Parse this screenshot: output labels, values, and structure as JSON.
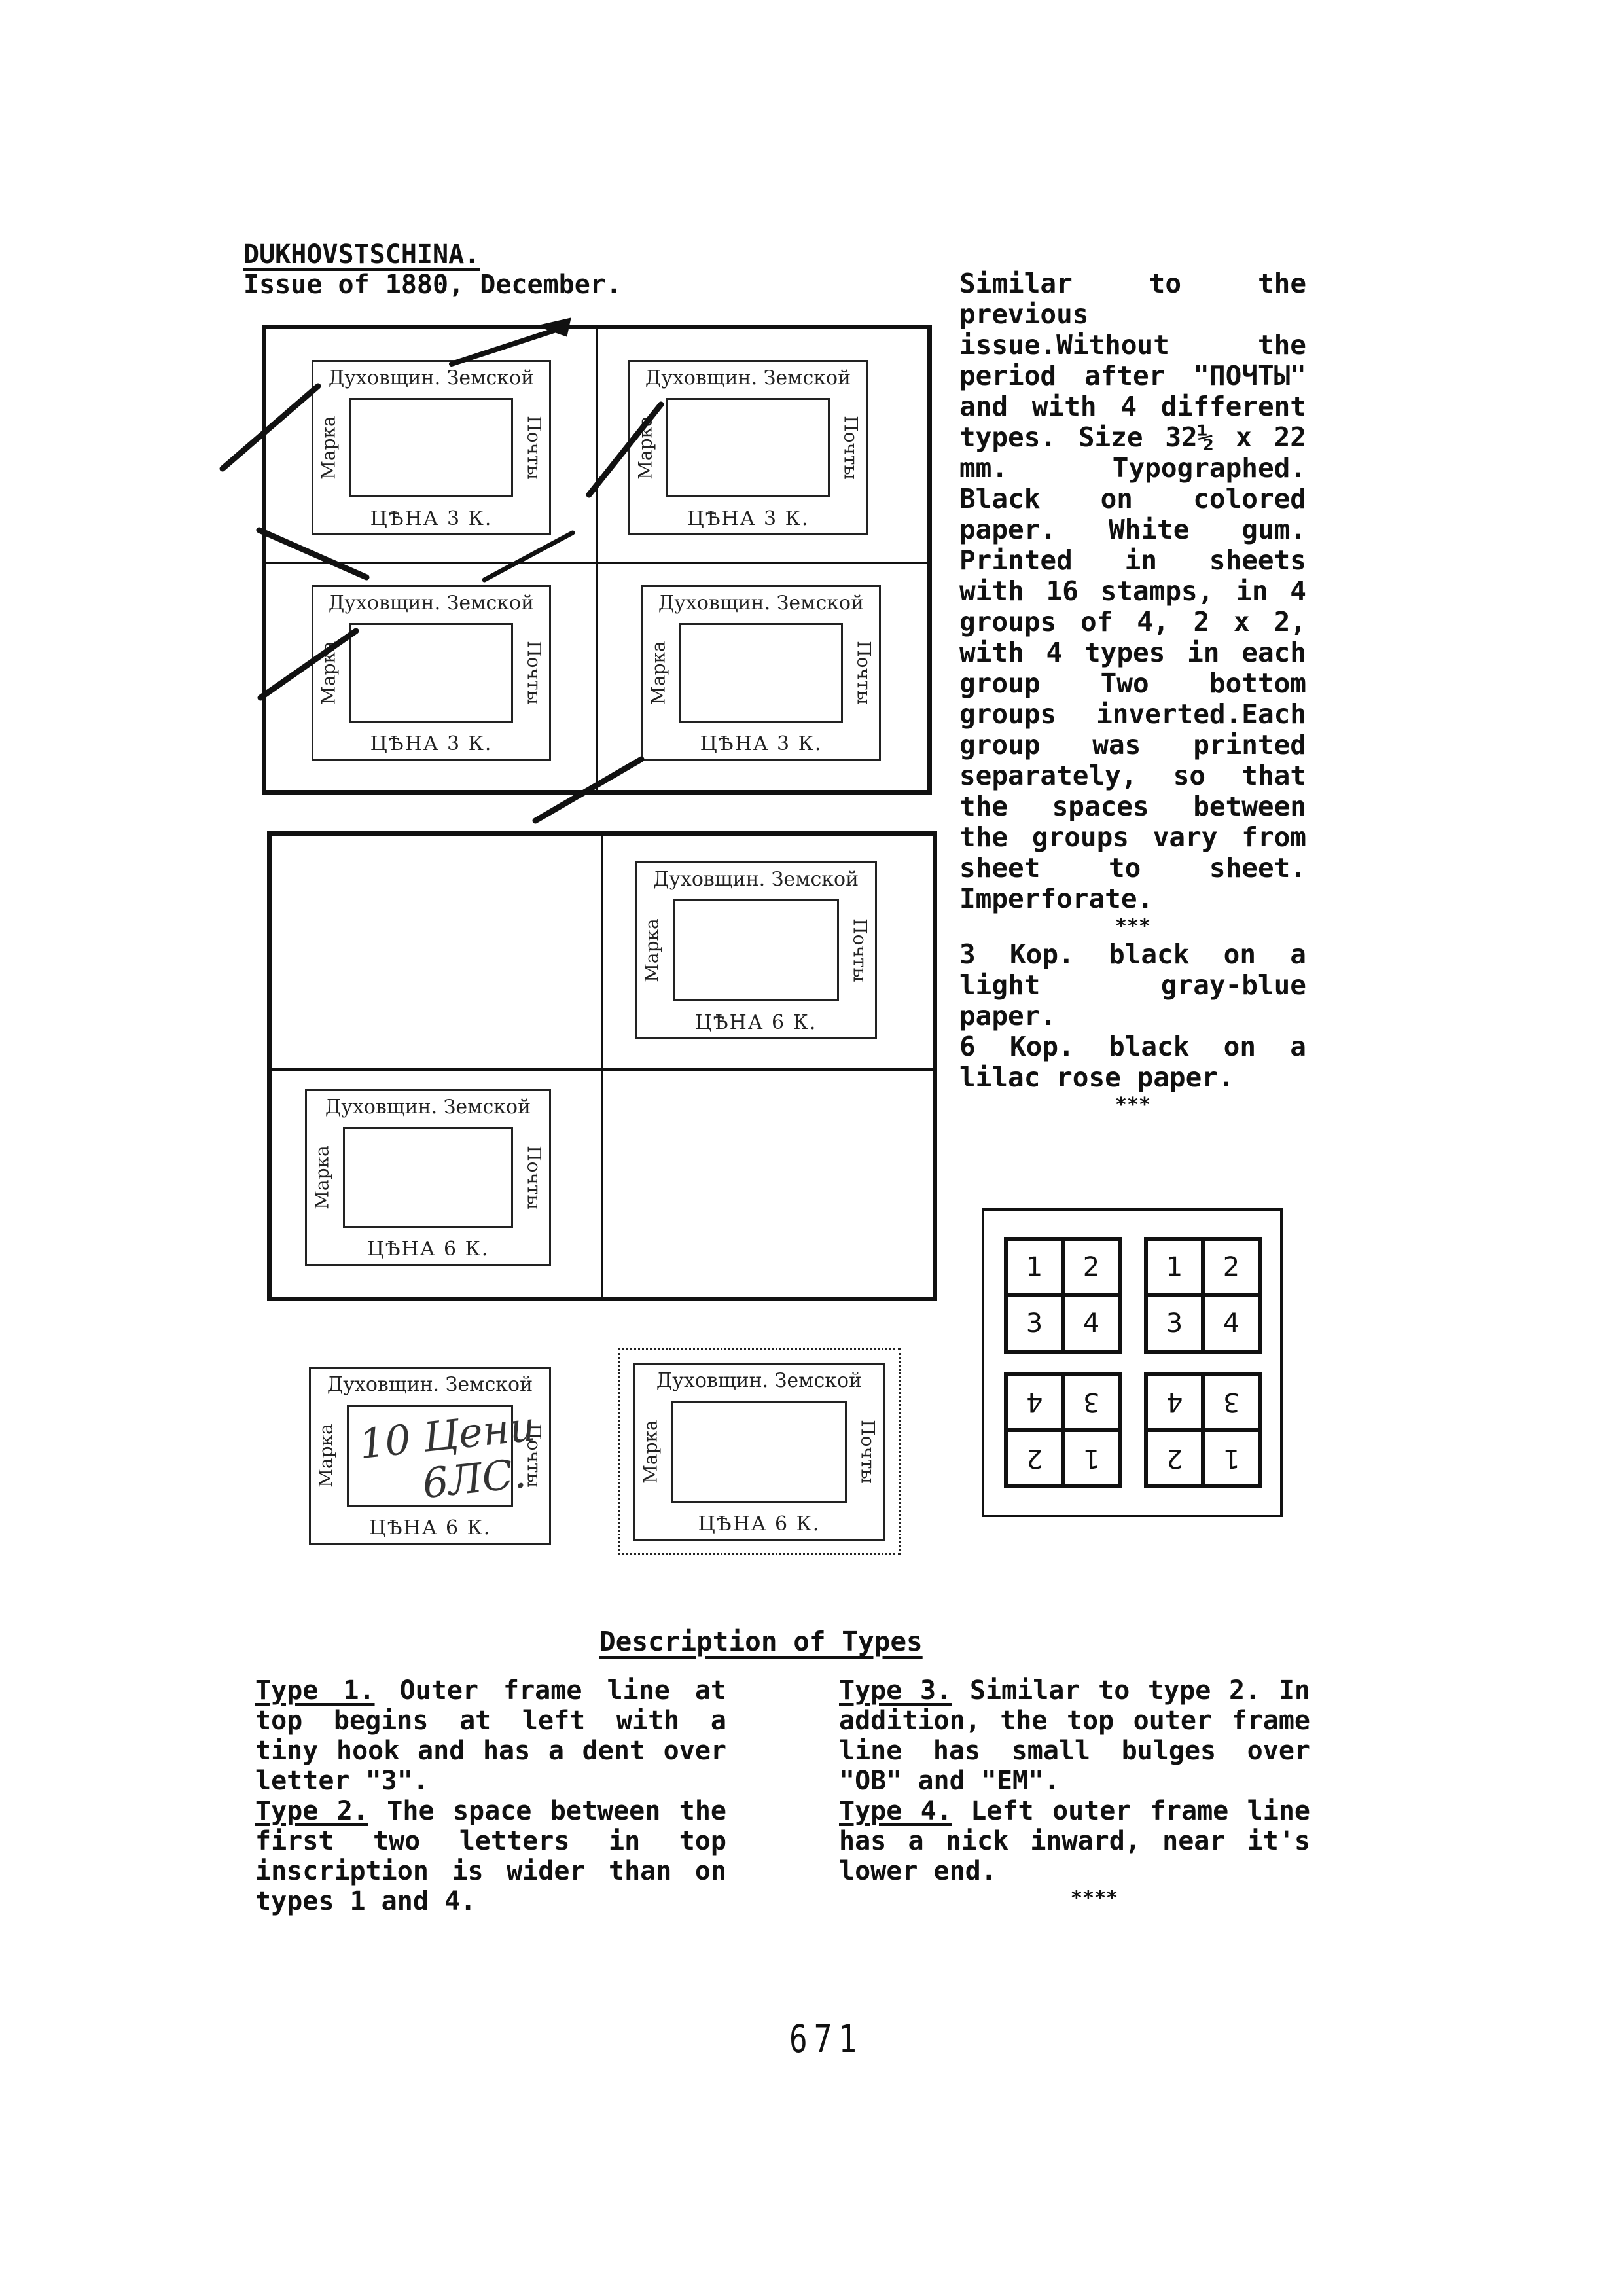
{
  "heading": {
    "title": "DUKHOVSTSCHINA.",
    "issue": "Issue of 1880, December."
  },
  "right_column": {
    "intro": "Similar to the previous issue.Without the period after \"ПОЧТЫ\" and with 4 different types. Size 32½ x 22 mm. Typographed. Black on colored paper. White gum. Printed in sheets with 16 stamps, in 4 groups of 4, 2 x 2, with 4 types in each group Two bottom groups inverted.Each group was printed separately, so that the spaces between the groups vary from sheet to sheet. Imperforate.",
    "stars1": "***",
    "value1": "3 Kop. black on a light gray-blue paper.",
    "value2": "6 Kop. black on a lilac rose paper.",
    "stars2": "***"
  },
  "stamp_text": {
    "top": "Духовщин. Земской",
    "left": "Марка",
    "right": "Почты",
    "price3": "ЦѢНА 3 К.",
    "price6": "ЦѢНА 6 К.",
    "manuscript_line1": "10 Цени",
    "manuscript_line2": "6ЛС."
  },
  "layout_diagram": {
    "upright_cells": [
      "1",
      "2",
      "3",
      "4"
    ],
    "inverted_cells": [
      "4",
      "3",
      "2",
      "1"
    ]
  },
  "description": {
    "title": "Description of Types",
    "type1_label": "Type 1.",
    "type1_text": " Outer frame line at top begins at left with a tiny hook and has a dent over letter \"3\".",
    "type2_label": "Type 2.",
    "type2_text": " The space between the first two letters in top inscription is wider than on types 1 and 4.",
    "type3_label": "Type 3.",
    "type3_text": " Similar to type 2. In addition, the top outer frame line has small bulges over \"OB\" and \"EM\".",
    "type4_label": "Type 4.",
    "type4_text": " Left outer frame line has a nick inward, near it's lower end.",
    "stars": "****"
  },
  "page_number": "671"
}
